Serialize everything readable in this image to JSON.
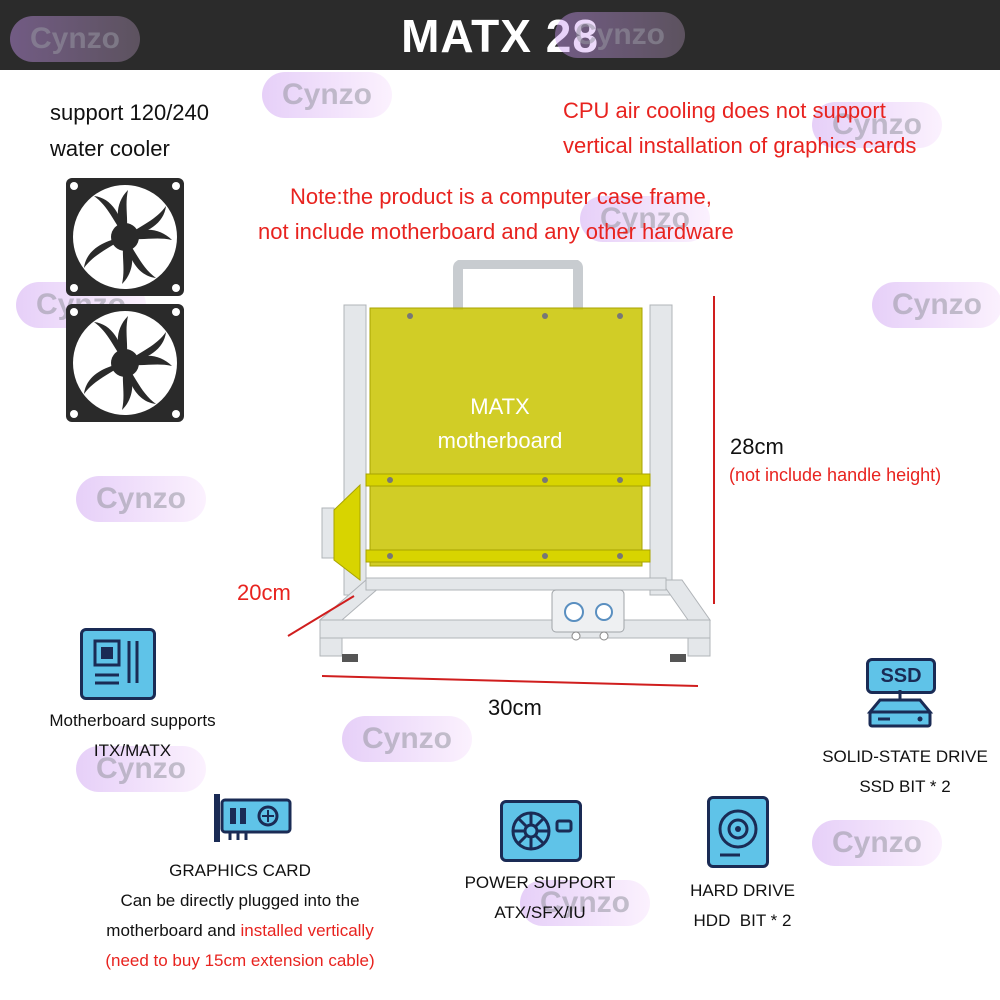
{
  "header": {
    "title": "MATX 28"
  },
  "watermark": {
    "text": "Cynzo"
  },
  "cooler": {
    "line1": "support 120/240",
    "line2": "water cooler"
  },
  "notes": {
    "cpu_line1": "CPU air cooling does not support",
    "cpu_line2": "vertical installation of graphics cards",
    "product_line1": "Note:the product is a computer case frame,",
    "product_line2": "not include motherboard and any other hardware"
  },
  "frame": {
    "board_line1": "MATX",
    "board_line2": "motherboard",
    "height": "28cm",
    "height_note": "(not include handle height)",
    "depth": "20cm",
    "width": "30cm"
  },
  "features": {
    "motherboard": {
      "line1": "Motherboard supports",
      "line2": "ITX/MATX",
      "icon": "motherboard-icon"
    },
    "ssd": {
      "badge": "SSD",
      "line1": "SOLID-STATE DRIVE",
      "line2": "SSD BIT * 2",
      "icon": "ssd-icon"
    },
    "gpu": {
      "title": "GRAPHICS CARD",
      "line1": "Can be directly plugged into the",
      "line2a": "motherboard and ",
      "line2b": "installed vertically",
      "line3": "(need to buy 15cm extension cable)",
      "icon": "graphics-card-icon"
    },
    "psu": {
      "line1": "POWER SUPPORT",
      "line2": "ATX/SFX/IU",
      "icon": "power-supply-icon"
    },
    "hdd": {
      "line1": "HARD DRIVE",
      "line2": "HDD  BIT * 2",
      "icon": "hard-drive-icon"
    }
  },
  "colors": {
    "header_bg": "#2b2b2b",
    "accent_red": "#e8231f",
    "board_yellow": "#c9c400",
    "icon_blue": "#5fc3e8",
    "icon_navy": "#1a2b55"
  }
}
